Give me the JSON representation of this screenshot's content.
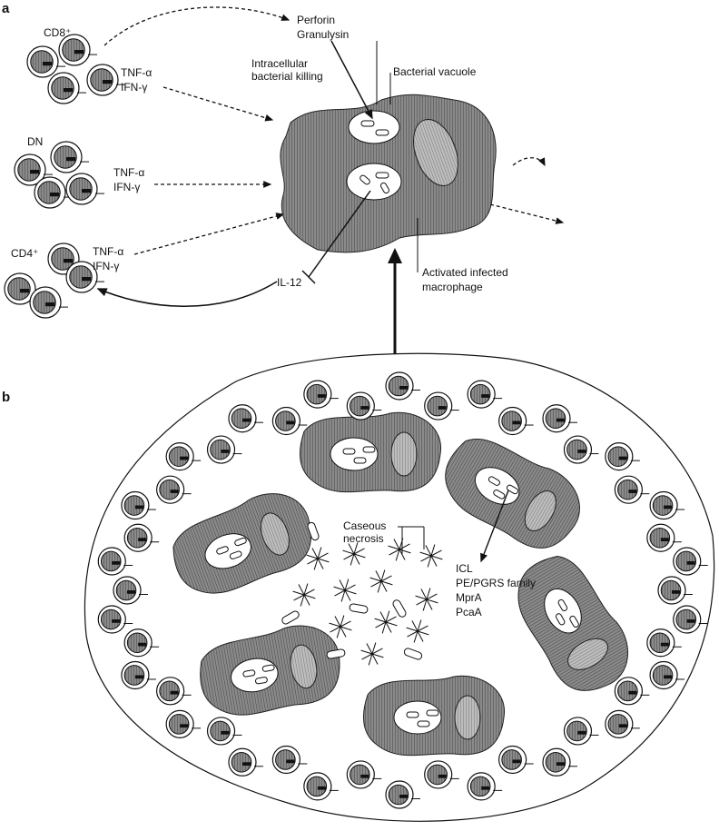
{
  "panel_a": {
    "letter": "a",
    "cd8_label": "CD8⁺",
    "dn_label": "DN",
    "cd4_label": "CD4⁺",
    "cytokines_cd8": [
      "TNF-α",
      "IFN-γ"
    ],
    "cytokines_dn": [
      "TNF-α",
      "IFN-γ"
    ],
    "cytokines_cd4": [
      "TNF-α",
      "IFN-γ"
    ],
    "perforin": [
      "Perforin",
      "Granulysin"
    ],
    "killing": [
      "Intracellular",
      "bacterial killing"
    ],
    "vacuole": "Bacterial vacuole",
    "macrophage": [
      "Activated infected",
      "macrophage"
    ],
    "il12": "IL-12"
  },
  "panel_b": {
    "letter": "b",
    "necrosis": [
      "Caseous",
      "necrosis"
    ],
    "genes": [
      "ICL",
      "PE/PGRS family",
      "MprA",
      "PcaA"
    ]
  }
}
